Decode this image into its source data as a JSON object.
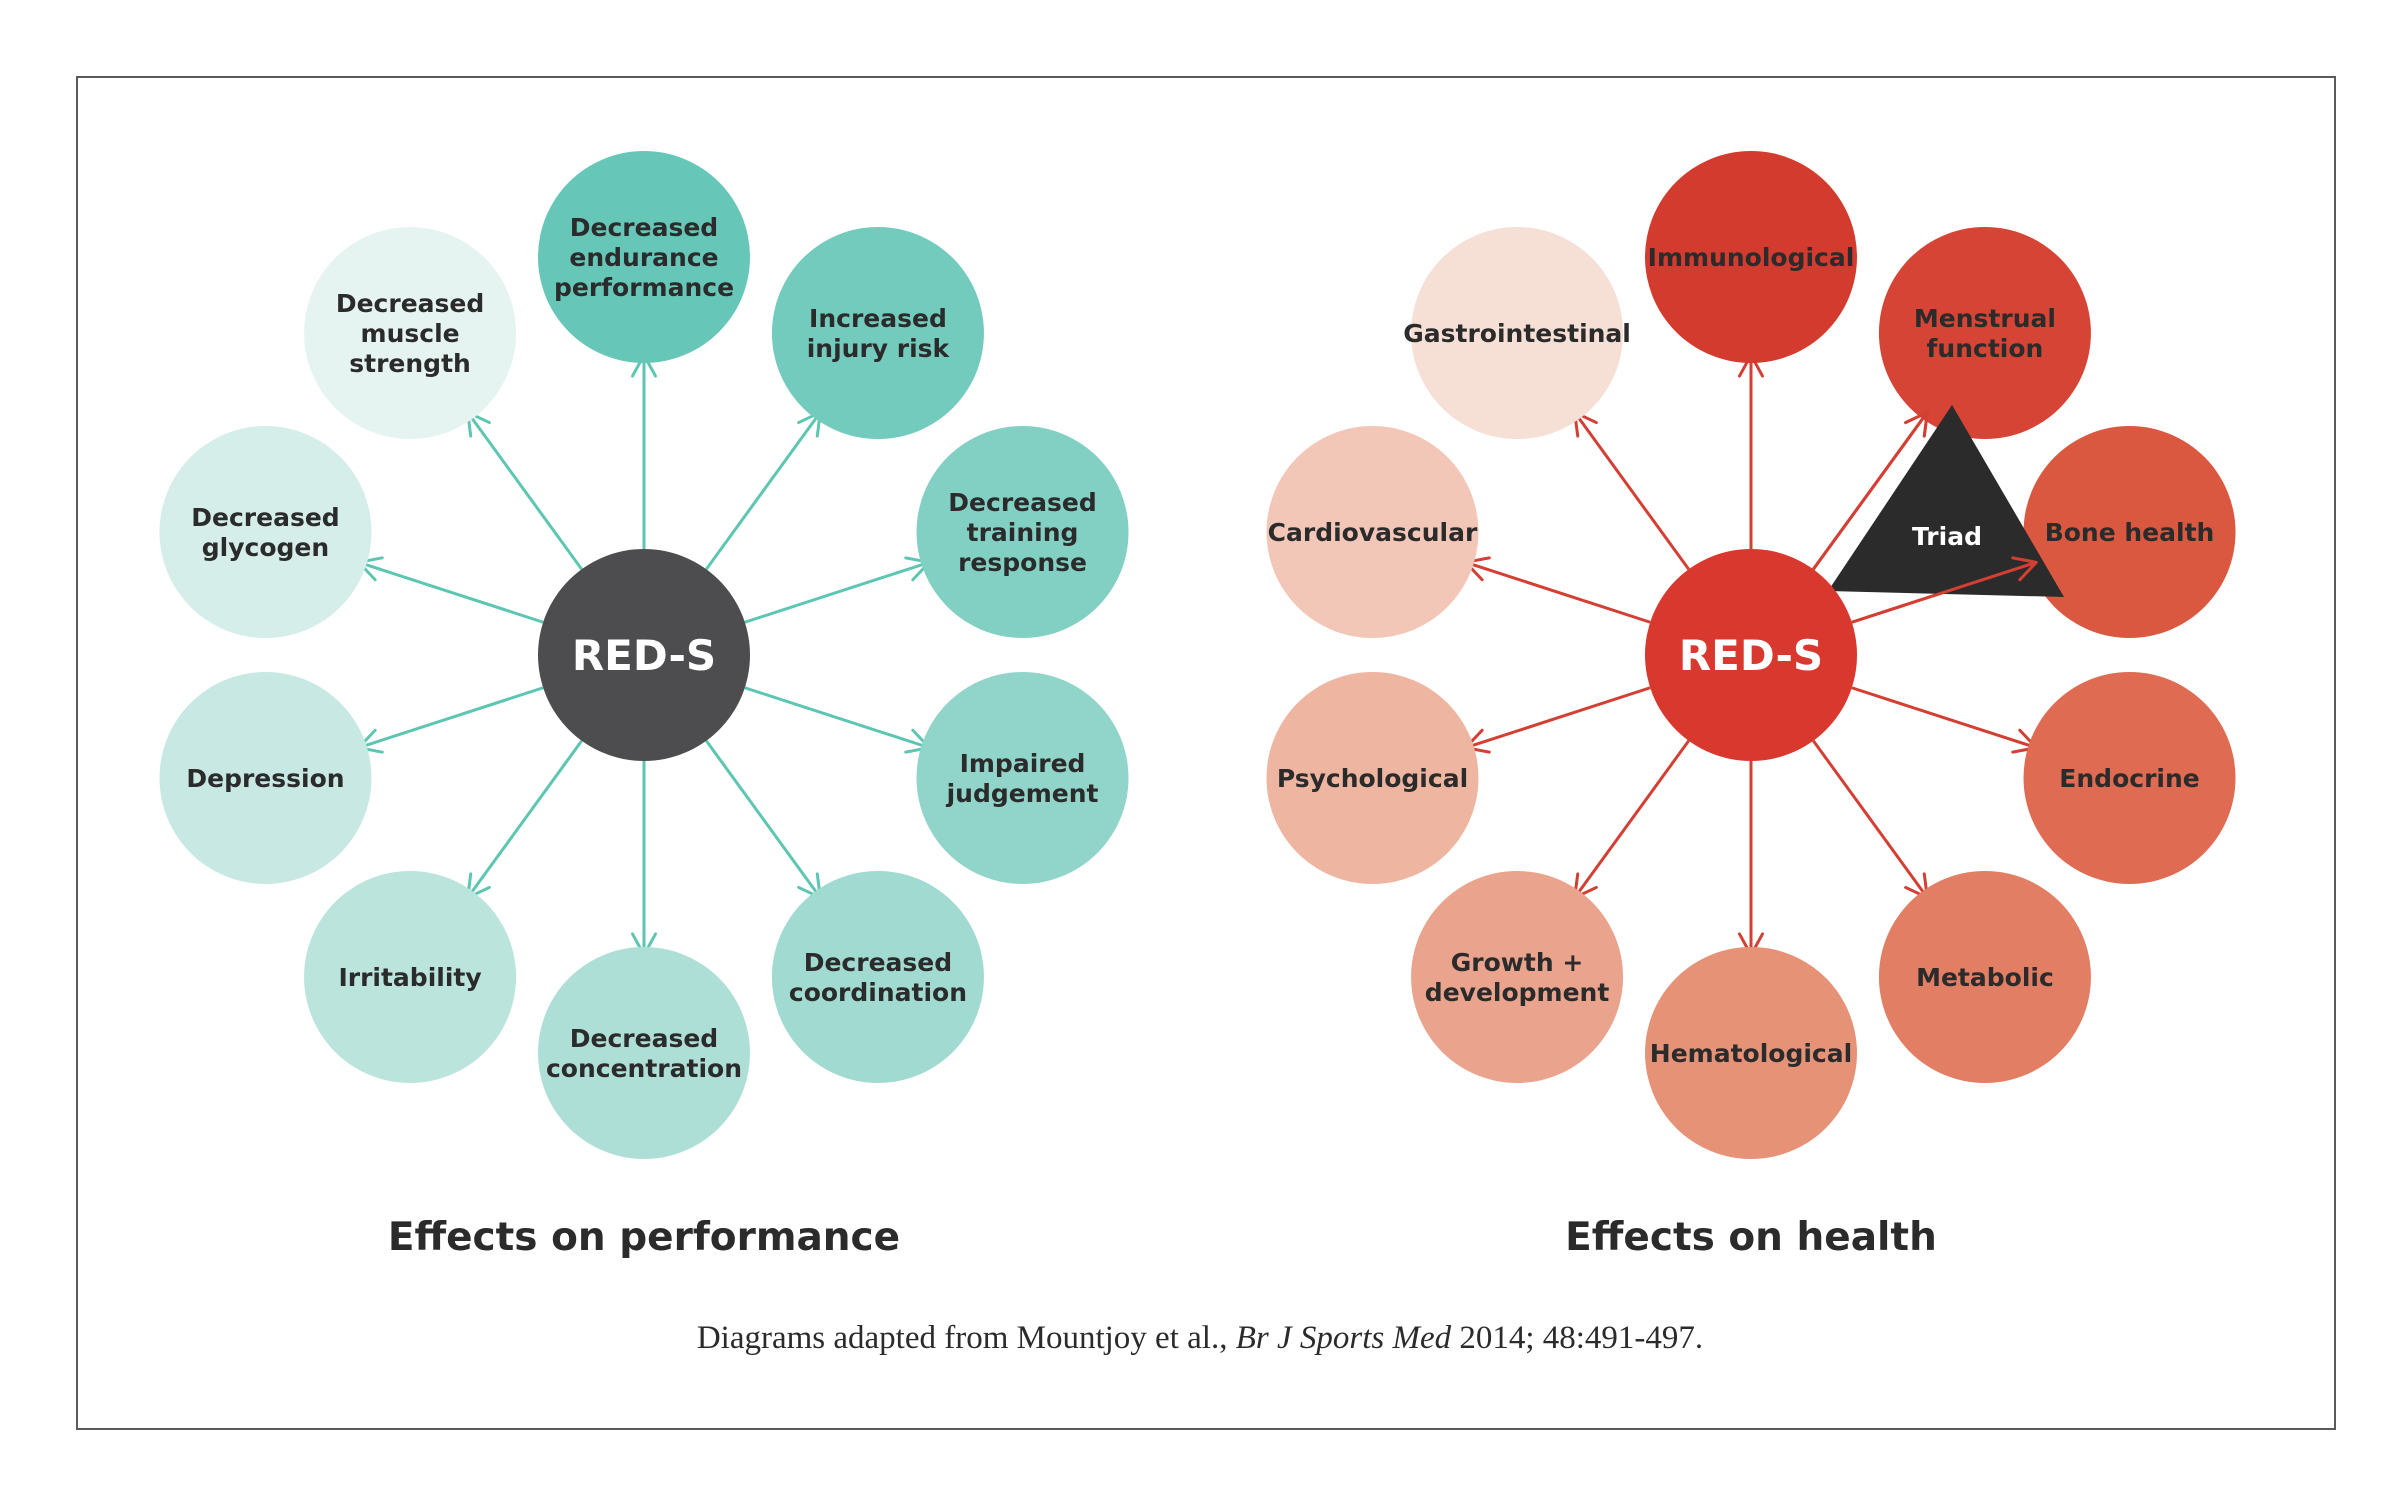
{
  "performance": {
    "title": "Effects on performance",
    "center": "RED-S",
    "center_color": "#4d4d4f",
    "arrow_color": "#5dc6b2",
    "nodes": [
      {
        "label": [
          "Decreased",
          "endurance",
          "performance"
        ],
        "color": "#66c7b8"
      },
      {
        "label": [
          "Increased",
          "injury risk"
        ],
        "color": "#72cbbd"
      },
      {
        "label": [
          "Decreased",
          "training",
          "response"
        ],
        "color": "#82d0c3"
      },
      {
        "label": [
          "Impaired",
          "judgement"
        ],
        "color": "#91d5ca"
      },
      {
        "label": [
          "Decreased",
          "coordination"
        ],
        "color": "#a0dad1"
      },
      {
        "label": [
          "Decreased",
          "concentration"
        ],
        "color": "#aedfd7"
      },
      {
        "label": [
          "Irritability"
        ],
        "color": "#bbe4dd"
      },
      {
        "label": [
          "Depression"
        ],
        "color": "#c8e9e3"
      },
      {
        "label": [
          "Decreased",
          "glycogen"
        ],
        "color": "#d5eeea"
      },
      {
        "label": [
          "Decreased",
          "muscle",
          "strength"
        ],
        "color": "#e6f4f1"
      }
    ]
  },
  "health": {
    "title": "Effects on health",
    "center": "RED-S",
    "center_color": "#d8382d",
    "arrow_color": "#d33f33",
    "triad": {
      "label": "Triad",
      "color": "#2b2b2b"
    },
    "nodes": [
      {
        "label": [
          "Immunological"
        ],
        "color": "#d33b2e"
      },
      {
        "label": [
          "Menstrual",
          "function"
        ],
        "color": "#d54434"
      },
      {
        "label": [
          "Bone health"
        ],
        "color": "#db5840"
      },
      {
        "label": [
          "Endocrine"
        ],
        "color": "#de6b52"
      },
      {
        "label": [
          "Metabolic"
        ],
        "color": "#e27e64"
      },
      {
        "label": [
          "Hematological"
        ],
        "color": "#e69277"
      },
      {
        "label": [
          "Growth +",
          "development"
        ],
        "color": "#eaa48d"
      },
      {
        "label": [
          "Psychological"
        ],
        "color": "#eeb5a1"
      },
      {
        "label": [
          "Cardiovascular"
        ],
        "color": "#f2c7b7"
      },
      {
        "label": [
          "Gastrointestinal"
        ],
        "color": "#f6dfd4"
      }
    ]
  },
  "citation": {
    "prefix": "Diagrams adapted from Mountjoy et al., ",
    "journal": "Br J Sports Med",
    "suffix": " 2014; 48:491-497."
  }
}
